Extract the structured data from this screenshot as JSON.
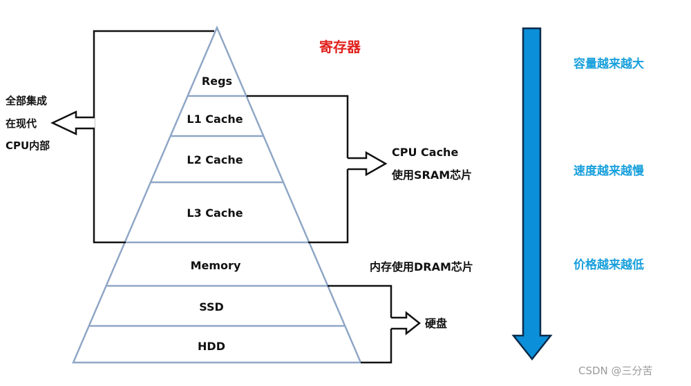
{
  "title": "寄存器",
  "levels": [
    "Regs",
    "L1 Cache",
    "L2 Cache",
    "L3 Cache",
    "Memory",
    "SSD",
    "HDD"
  ],
  "left_note": [
    "全部集成",
    "在现代",
    "CPU内部"
  ],
  "cpu_cache_note": [
    "CPU Cache",
    "使用SRAM芯片"
  ],
  "memory_note": "内存使用DRAM芯片",
  "disk_note": "硬盘",
  "trends": [
    "容量越来越大",
    "速度越来越慢",
    "价格越来越低"
  ],
  "watermark": "CSDN @三分苦",
  "colors": {
    "title": "#e0201b",
    "pyramid_line": "#8fa6c6",
    "arrow_fill": "#0b8fd9",
    "arrow_stroke": "#0a2a4a",
    "trend_text": "#19a0dc"
  },
  "icons": {
    "left_arrow": "arrow-left-icon",
    "right_arrows": "arrow-right-icon",
    "trend_arrow": "arrow-down-icon"
  }
}
